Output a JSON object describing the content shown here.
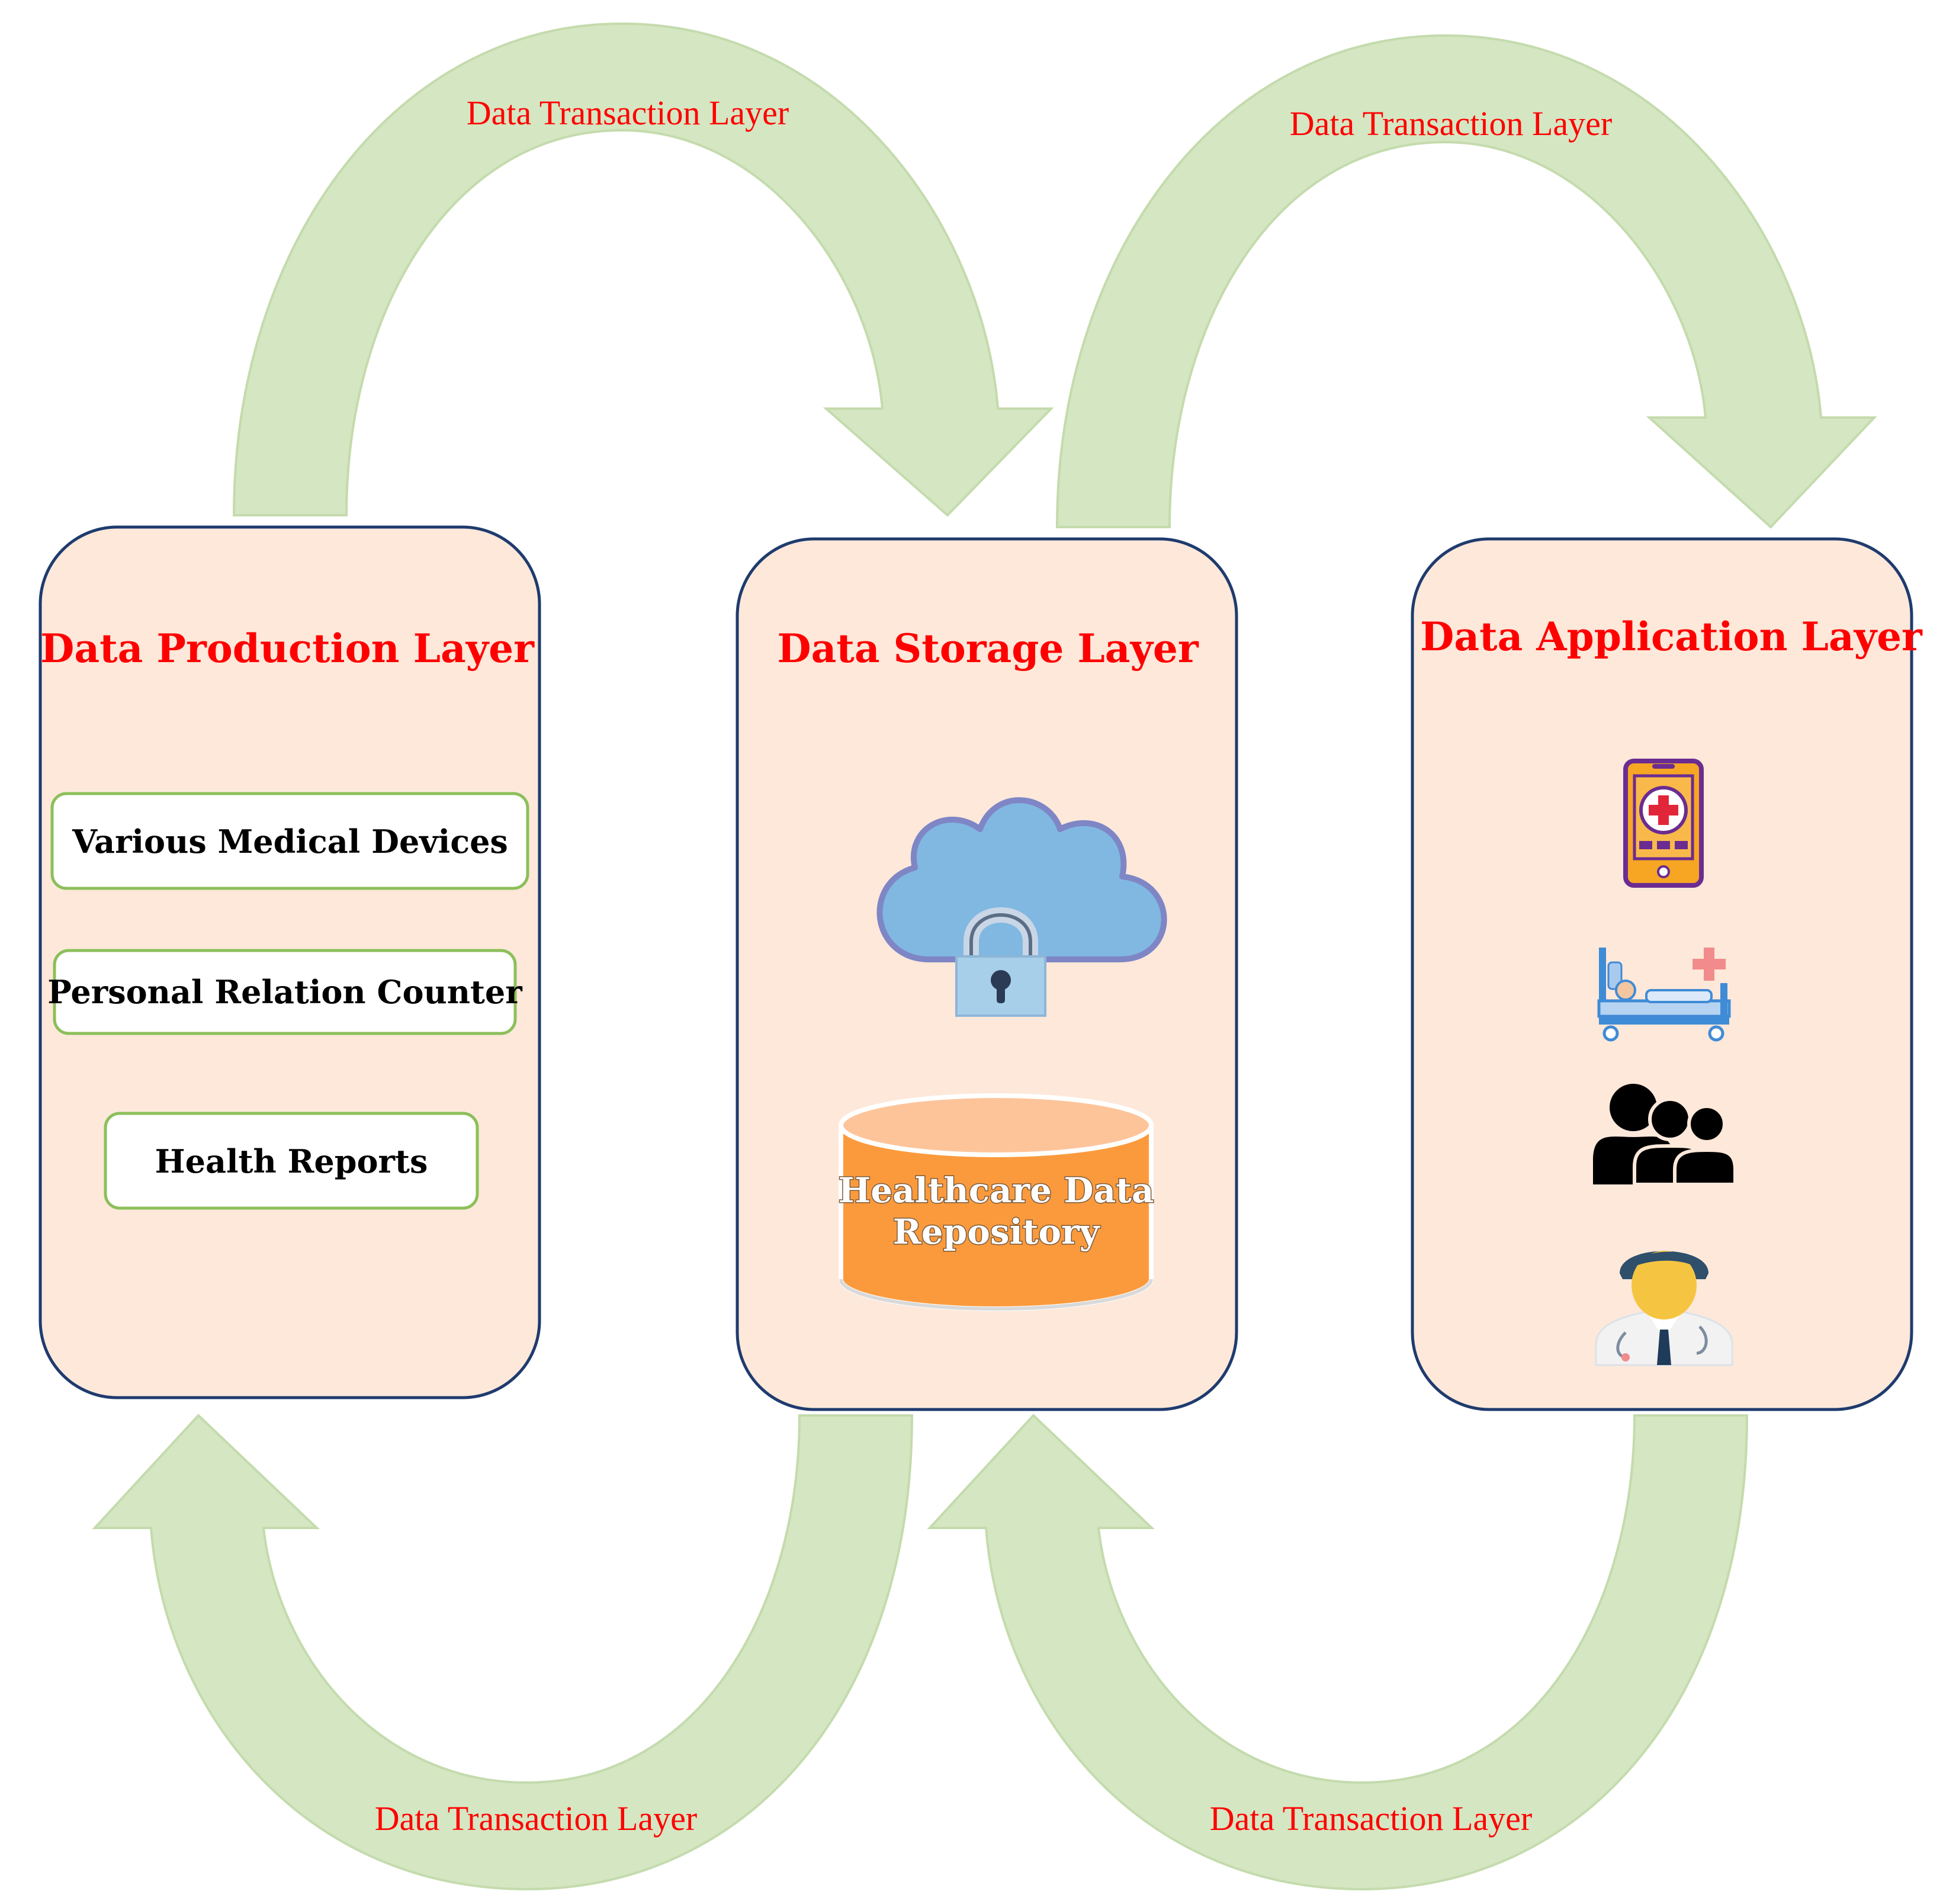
{
  "colors": {
    "arrow_fill": "#d5e6c2",
    "arrow_stroke": "#c4dbad",
    "panel_fill": "#fde8da",
    "panel_stroke": "#1f3b6e",
    "title_red": "#ff0000",
    "item_border": "#8cbf5a",
    "cylinder_orange": "#fb9a3c",
    "cylinder_top": "#fdc49a"
  },
  "arrows": {
    "top_left_label": "Data Transaction Layer",
    "top_right_label": "Data Transaction Layer",
    "bottom_left_label": "Data Transaction Layer",
    "bottom_right_label": "Data Transaction Layer"
  },
  "production_layer": {
    "title": "Data Production Layer",
    "items": [
      "Various Medical Devices",
      "Personal Relation Counter",
      "Health Reports"
    ]
  },
  "storage_layer": {
    "title": "Data Storage Layer",
    "icons": [
      "cloud-lock-icon"
    ],
    "repository_line1": "Healthcare Data",
    "repository_line2": "Repository"
  },
  "application_layer": {
    "title": "Data Application Layer",
    "icons": [
      "mobile-health-app-icon",
      "hospital-bed-icon",
      "people-group-icon",
      "doctor-icon"
    ]
  }
}
